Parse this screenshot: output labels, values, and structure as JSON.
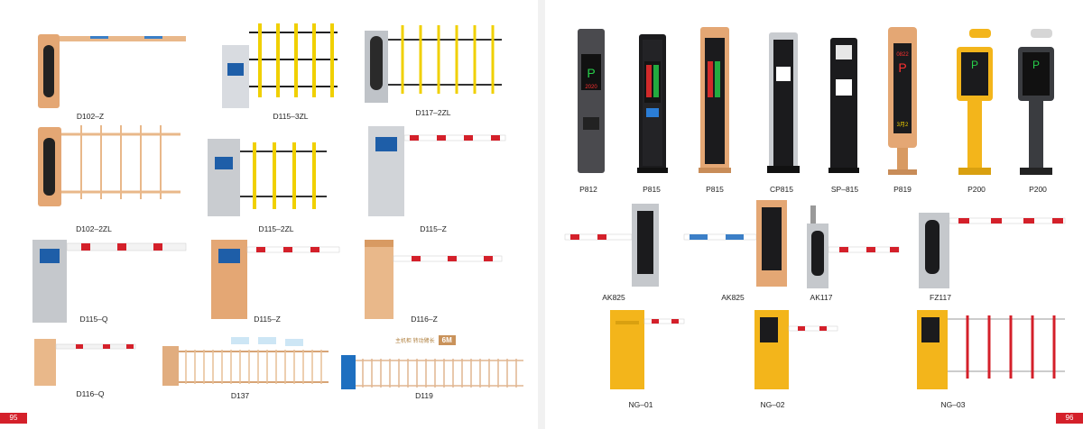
{
  "left_page": {
    "page_number": "95",
    "captions": [
      "D102–Z",
      "D115–3ZL",
      "D117–2ZL",
      "D102–2ZL",
      "D115–2ZL",
      "D115–Z",
      "D115–Q",
      "D115–Z",
      "D116–Z",
      "D116–Q",
      "D137",
      "D119"
    ],
    "banner_small": "主机柜 转动臂长",
    "banner_big": "6M"
  },
  "right_page": {
    "page_number": "96",
    "captions": [
      "P812",
      "P815",
      "P815",
      "CP815",
      "SP–815",
      "P819",
      "P200",
      "P200",
      "AK825",
      "AK825",
      "AK117",
      "FZ117",
      "NG–01",
      "NG–02",
      "NG–03"
    ],
    "screen_texts": {
      "p812_big": "P",
      "p812_year": "2020",
      "p819_code": "0822",
      "p819_big": "P",
      "p819_slots": "3月2",
      "p200_big": "P"
    }
  },
  "colors": {
    "accent_red": "#d4202a",
    "cabinet_gold": "#e4a774",
    "cabinet_yellow": "#f3b51b",
    "cabinet_silver": "#c9ccd0",
    "display_black": "#1b1b1d"
  }
}
